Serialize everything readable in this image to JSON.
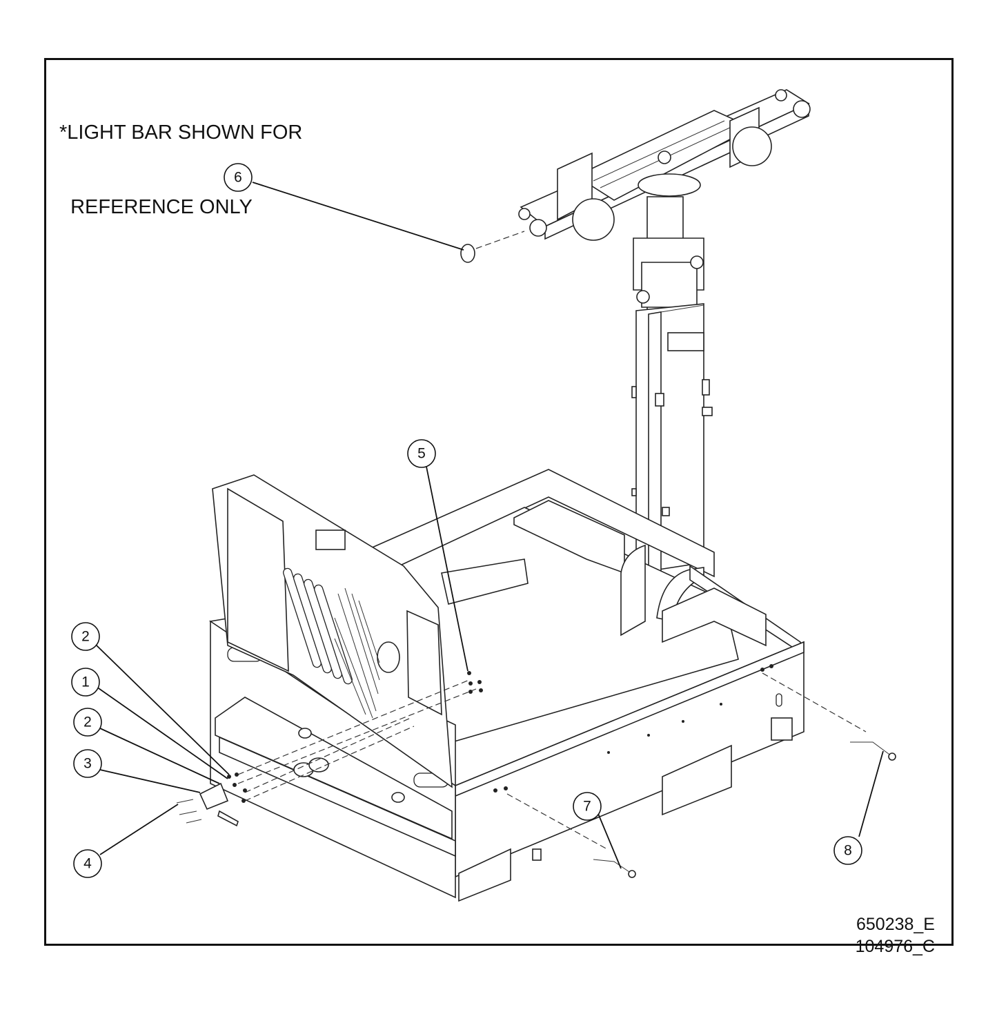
{
  "note": {
    "line1": "*LIGHT BAR SHOWN FOR",
    "line2": "  REFERENCE ONLY"
  },
  "drawing_refs": {
    "ref1": "650238_E",
    "ref2": "104976_C"
  },
  "callouts": [
    {
      "id": "c6",
      "label": "6"
    },
    {
      "id": "c5",
      "label": "5"
    },
    {
      "id": "c2a",
      "label": "2"
    },
    {
      "id": "c1",
      "label": "1"
    },
    {
      "id": "c2b",
      "label": "2"
    },
    {
      "id": "c3",
      "label": "3"
    },
    {
      "id": "c4",
      "label": "4"
    },
    {
      "id": "c7",
      "label": "7"
    },
    {
      "id": "c8",
      "label": "8"
    }
  ]
}
